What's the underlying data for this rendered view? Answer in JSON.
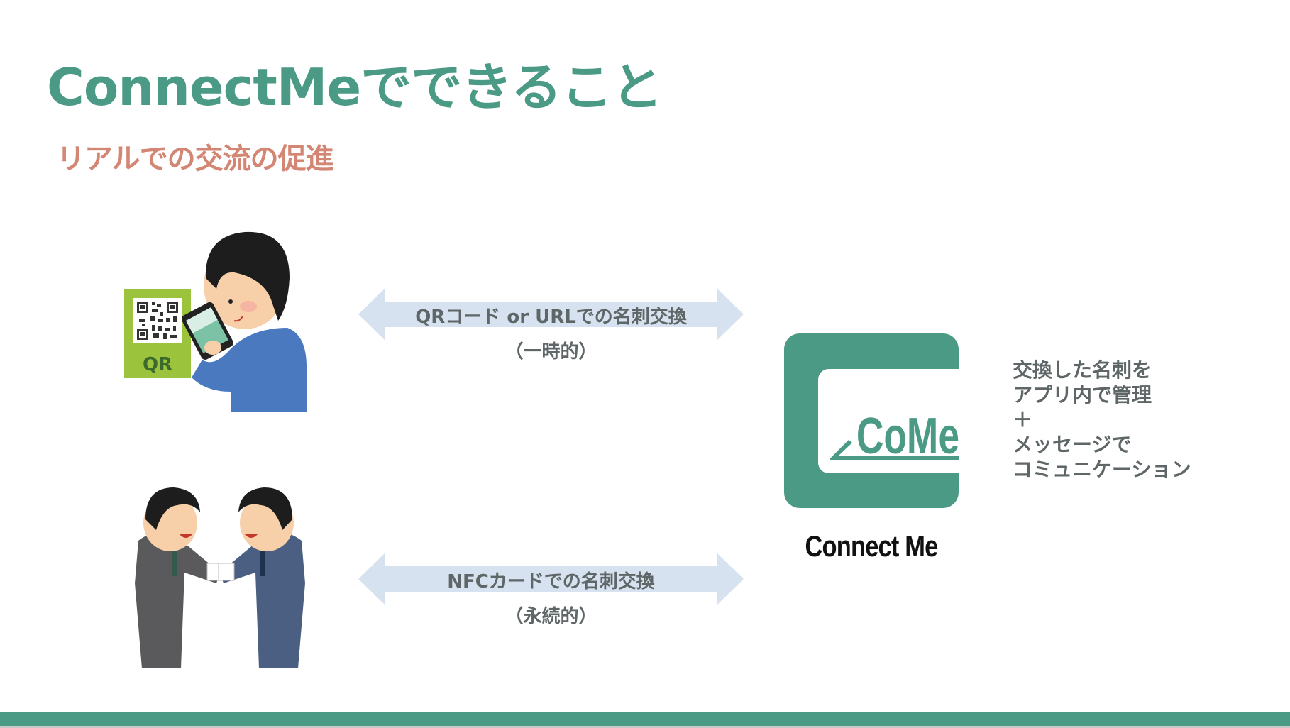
{
  "slide": {
    "title": "ConnectMeでできること",
    "subtitle": "リアルでの交流の促進",
    "colors": {
      "accent_green": "#4a9a85",
      "subtitle_coral": "#d38674",
      "arrow_fill": "#d6e2ef",
      "body_text": "#5f6668"
    },
    "exchanges": [
      {
        "label": "QRコード or URLでの名刺交換",
        "note": "（一時的）",
        "illustration": "person-scanning-qr-code-illustration"
      },
      {
        "label": "NFCカードでの名刺交換",
        "note": "（永続的）",
        "illustration": "businessmen-exchanging-cards-illustration"
      }
    ],
    "qr_card_text": "QR",
    "logo": {
      "mark_text": "CoMe",
      "name": "Connect Me"
    },
    "features": [
      "交換した名刺を",
      "アプリ内で管理",
      "＋",
      "メッセージで",
      "コミュニケーション"
    ]
  }
}
